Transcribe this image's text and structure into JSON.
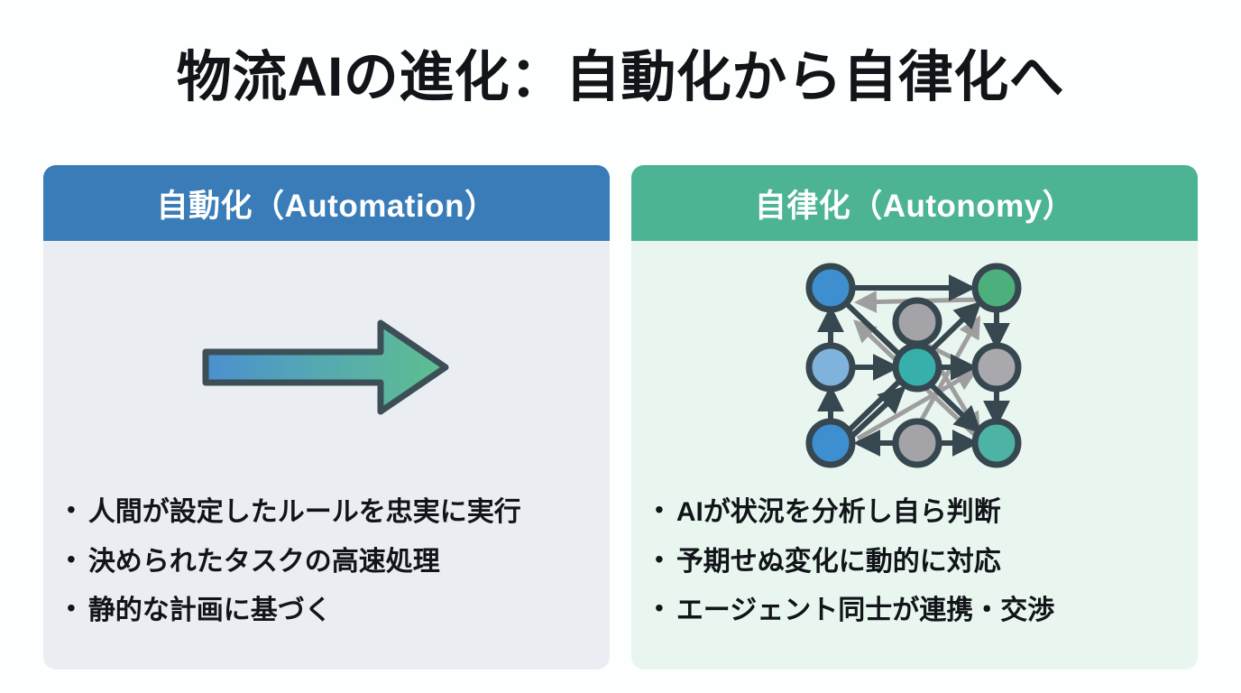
{
  "slide": {
    "title": "物流AIの進化：自動化から自律化へ",
    "background": "#fdfefe",
    "title_color": "#111418"
  },
  "cards": [
    {
      "id": "automation",
      "header": "自動化（Automation）",
      "header_color": "#3a7cb8",
      "body_color": "#eaeef2",
      "visual": "arrow-right-graphic",
      "bullet_marker": "•",
      "bullets": [
        "人間が設定したルールを忠実に実行",
        "決められたタスクの高速処理",
        "静的な計画に基づく"
      ]
    },
    {
      "id": "autonomy",
      "header": "自律化（Autonomy）",
      "header_color": "#4cb494",
      "body_color": "#e9f6f0",
      "visual": "neural-network-graphic",
      "bullet_marker": "•",
      "bullets": [
        "AIが状況を分析し自ら判断",
        "予期せぬ変化に動的に対応",
        "エージェント同士が連携・交渉"
      ]
    }
  ],
  "graphics": {
    "arrow": {
      "name": "arrow-right-icon",
      "gradient_start": "#4a90d0",
      "gradient_end": "#5fbf8f",
      "stroke": "#3c4f57"
    },
    "network": {
      "name": "neural-network-icon",
      "node_stroke": "#37474f",
      "edge_dark": "#37474f",
      "edge_light": "#9e9e9e",
      "nodes": [
        {
          "id": "l1",
          "label": "input-node-1",
          "color": "#3d8fd0"
        },
        {
          "id": "l2",
          "label": "input-node-2",
          "color": "#7fb3db"
        },
        {
          "id": "l3",
          "label": "input-node-3",
          "color": "#3d8fd0"
        },
        {
          "id": "m1",
          "label": "hidden-node-1",
          "color": "#a3a3a8"
        },
        {
          "id": "m2",
          "label": "hidden-node-2",
          "color": "#37b0ab"
        },
        {
          "id": "m3",
          "label": "hidden-node-3",
          "color": "#a3a3a8"
        },
        {
          "id": "r1",
          "label": "output-node-1",
          "color": "#4cb07d"
        },
        {
          "id": "r2",
          "label": "output-node-2",
          "color": "#a8a8ad"
        },
        {
          "id": "r3",
          "label": "output-node-3",
          "color": "#4db3a5"
        }
      ]
    }
  }
}
